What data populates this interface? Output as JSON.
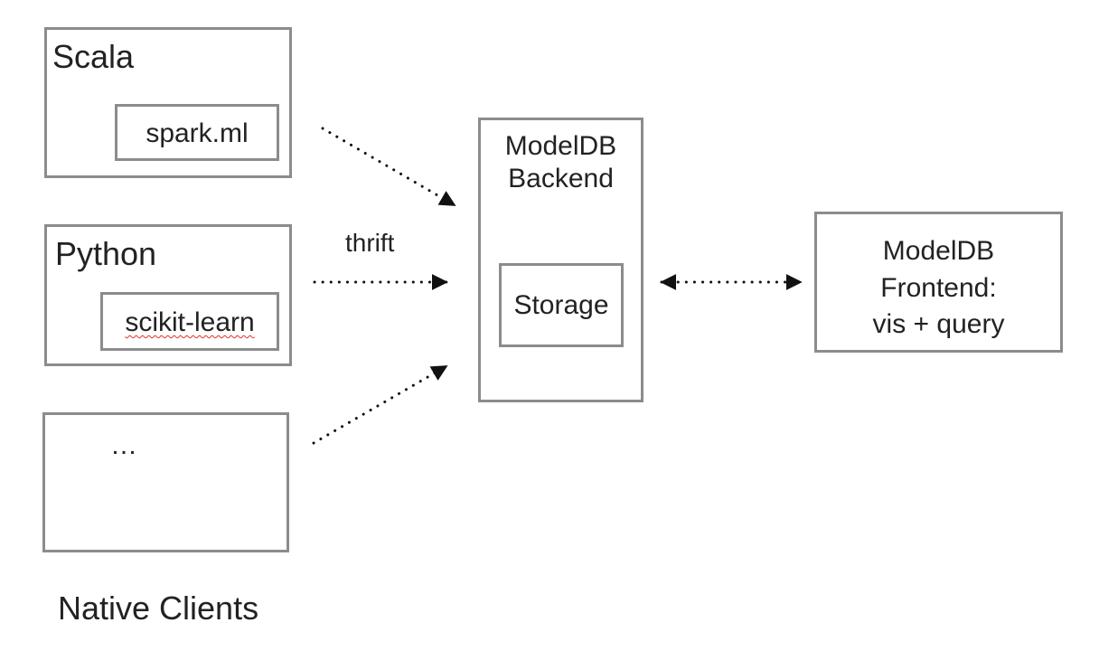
{
  "clients": {
    "scala": {
      "title": "Scala",
      "library": "spark.ml"
    },
    "python": {
      "title": "Python",
      "library": "scikit-learn"
    },
    "other": {
      "title": "…"
    },
    "group_label": "Native Clients"
  },
  "protocol_label": "thrift",
  "backend": {
    "title_line1": "ModelDB",
    "title_line2": "Backend",
    "storage": "Storage"
  },
  "frontend": {
    "line1": "ModelDB",
    "line2": "Frontend:",
    "line3": "vis + query"
  },
  "colors": {
    "border": "#8c8c8c",
    "text": "#222222",
    "arrow": "#111111",
    "spellcheck": "#e0302a"
  }
}
